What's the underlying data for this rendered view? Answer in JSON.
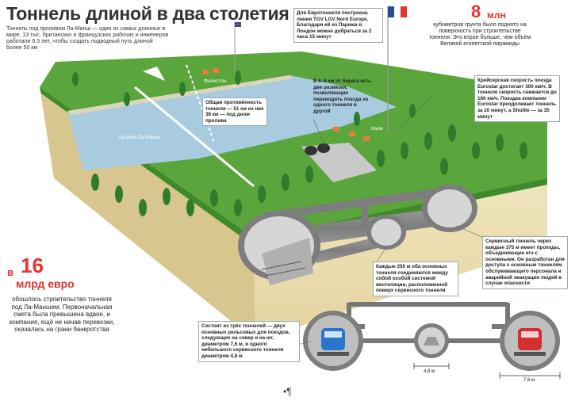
{
  "title": "Тоннель длиной в два столетия",
  "intro": "Тоннель под проливом Ла-Манш — один из самых длинных в мире. 13 тыс. британских и французских рабочих и инженеров работали 6,5 лет, чтобы создать подводный путь длиной более 50 км",
  "labels": {
    "folkestone": "Фолкстон",
    "channel": "пролив Ла-Манш",
    "calais": "Кале"
  },
  "notes": {
    "eurotunnel": "Для Евротоннеля построена линия TGV LGV Nord Europe. Благодаря ей из Парижа в Лондон можно добраться за 2 часа 15 минут",
    "total_length": "Общая протяжённость тоннеля — 51 км из них 38 км — под дном пролива",
    "junctions": "В 6–8 км от берега есть две развязки, позволяющие переводить поезда из одного тоннеля в другой",
    "speed": "Крейсерская скорость поезда Eurostar достигает 300 км/ч. В тоннеле скорость снижается до 160 км/ч. Поездка компании Eurostar преодолевает тоннель за 20 минут, а Shuttle — за 35 минут",
    "ventilation": "Каждые 250 м оба основных тоннеля соединяются между собой особой системой вентиляции, расположенной поверх сервисного тоннеля",
    "service": "Сервисный тоннель через каждые 375 м имеет проходы, объединяющие его с основными. Он разработан для доступа к основным тоннелям обслуживающего персонала и аварийной эвакуации людей в случае опасности",
    "composition": "Состоит из трёх тоннелей — двух основных рельсовых для поездов, следующих на север и на юг, диаметром 7,6 м, и одного небольшого сервисного тоннеля диаметром 4,8 м"
  },
  "cost": {
    "prefix": "в",
    "number": "16",
    "unit": "млрд евро",
    "text": "обошлось строительство тоннеля под Ла-Маншем. Первоначальная смета была превышена вдвое, и компания, ещё не начав перевозки, оказалась на грани банкротства"
  },
  "soil": {
    "number": "8",
    "unit": "млн",
    "text": "кубометров грунта было поднято на поверхность при строительстве тоннеля. Это втрое больше, чем объём Великой египетской пирамиды"
  },
  "dimensions": {
    "service_diameter": "4,8 м",
    "main_diameter": "7,6 м"
  },
  "pilcrow": "•¶",
  "colors": {
    "grass": "#5aa63c",
    "sea": "#a9cbe0",
    "earth": "#ece1b6",
    "tunnel_grey": "#8b8b8b",
    "accent_red": "#e3342f"
  }
}
